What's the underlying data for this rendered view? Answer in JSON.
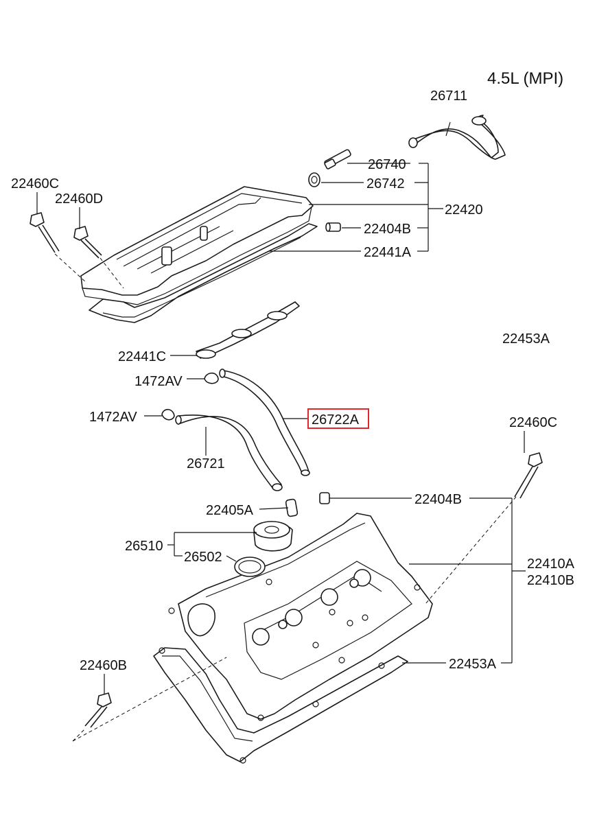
{
  "title": "4.5L (MPI)",
  "highlighted_part": "26722A",
  "labels": {
    "p26711": "26711",
    "p26740": "26740",
    "p26742": "26742",
    "p22420": "22420",
    "p22404B_top": "22404B",
    "p22441A": "22441A",
    "p22460C_left": "22460C",
    "p22460D": "22460D",
    "p22453A_top": "22453A",
    "p22441C": "22441C",
    "p1472AV_a": "1472AV",
    "p1472AV_b": "1472AV",
    "p26722A": "26722A",
    "p26721": "26721",
    "p22460C_right": "22460C",
    "p22405A": "22405A",
    "p22404B_bottom": "22404B",
    "p26510": "26510",
    "p26502": "26502",
    "p22410A": "22410A",
    "p22410B": "22410B",
    "p22453A_bottom": "22453A",
    "p22460B": "22460B"
  }
}
